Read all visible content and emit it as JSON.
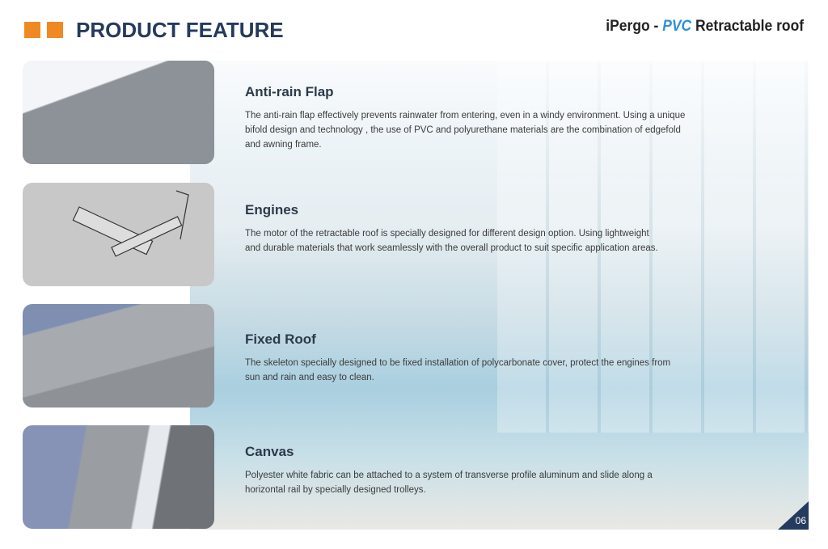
{
  "header": {
    "title": "PRODUCT FEATURE",
    "brand_prefix": "iPergo - ",
    "brand_pvc": "PVC",
    "brand_suffix": " Retractable roof"
  },
  "features": [
    {
      "title": "Anti-rain Flap",
      "text": "The anti-rain flap effectively prevents rainwater from entering, even in a windy environment. Using a unique bifold design and technology , the use of PVC and polyurethane materials are the combination of edgefold and awning frame."
    },
    {
      "title": "Engines",
      "text": "The motor of the retractable roof is specially designed for different design option. Using lightweight and durable materials that work seamlessly with the overall product to suit specific application areas."
    },
    {
      "title": "Fixed Roof",
      "text": "The skeleton specially designed to be fixed installation of polycarbonate cover, protect the engines from sun and rain and easy to clean."
    },
    {
      "title": "Canvas",
      "text": "Polyester white fabric can be attached to a system of transverse profile aluminum and slide along a horizontal rail by specially designed trolleys."
    }
  ],
  "page_number": "06"
}
